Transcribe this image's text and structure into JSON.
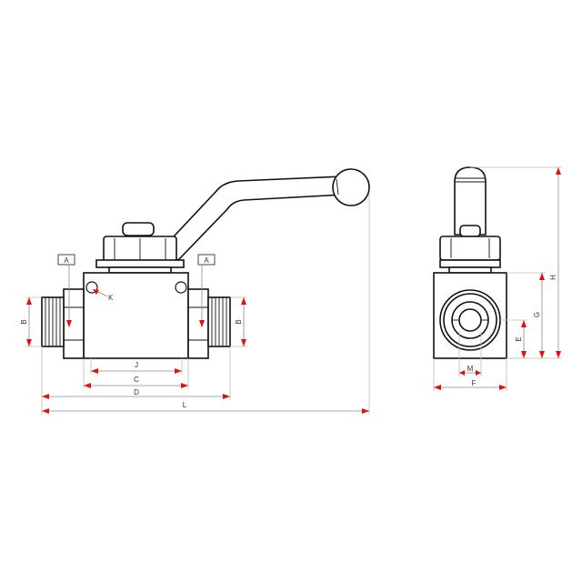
{
  "labels": {
    "a_left": "A",
    "a_right": "A",
    "k": "K",
    "b_left": "B",
    "b_right": "B",
    "j": "J",
    "c": "C",
    "d": "D",
    "l": "L",
    "h": "H",
    "g": "G",
    "e": "E",
    "m": "M",
    "f": "F"
  },
  "colors": {
    "outline": "#111111",
    "dimension_line": "#8a8a8a",
    "arrow": "#e01010",
    "background": "#ffffff"
  }
}
